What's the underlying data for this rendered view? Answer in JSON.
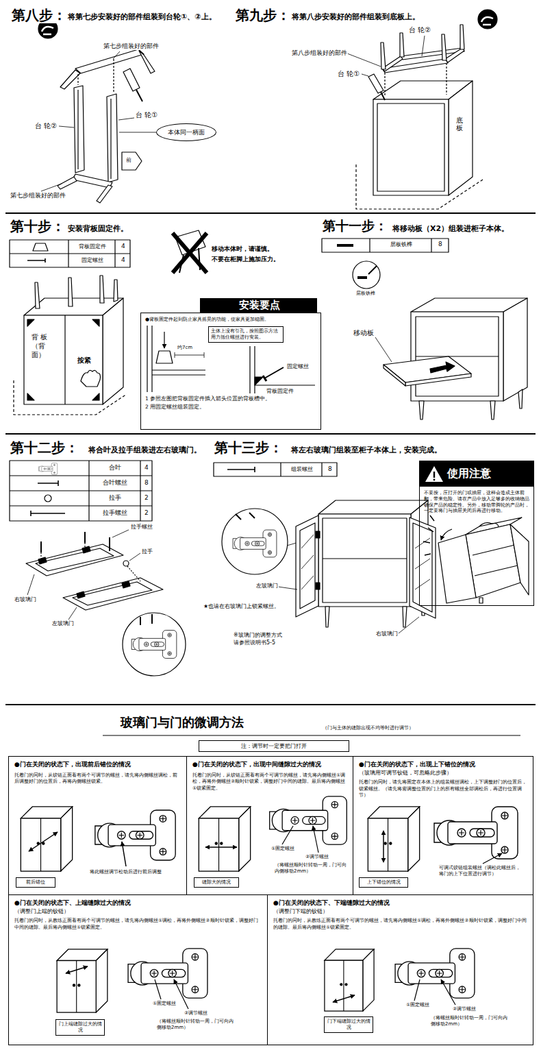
{
  "diagram": {
    "nodes": [
      {
        "text": [
          "本体同一柄面"
        ]
      },
      {
        "text": [
          "安装要点",
          "●背板固定件起到防止家具摇晃的功能，使家具更加稳固。",
          "1 参照左图把背板固定件插入箭头位置的背板槽中。",
          "2 用固定螺丝组装固定。"
        ]
      },
      {
        "text": [
          "主体上没有引孔，按照图示方法用力抵住螺丝进行安装。"
        ],
        "in": 1
      },
      {
        "text": [
          "使用注意",
          "不要按，压打开的门或抽屉，这样会造成主体前翻，带来危险。请在产品中放入足够多的收纳物品确保产品的稳定性。另外，移动带脚轮的产品时，一定要将门与抽屉关闭后再进行移动。"
        ]
      },
      {
        "text": [
          "注：调节时一定要把门打开"
        ]
      },
      {
        "text": [
          "●门在关闭的状态下，出现前后错位的情况",
          "托着门的同时，从铰链正面看有两个可调节的螺丝，请先将内侧螺丝调松，前后调整好门的位置后，再将内侧螺丝锁紧。"
        ]
      },
      {
        "text": [
          "前后错位"
        ],
        "in": 5
      },
      {
        "text": [
          "●门在关闭的状态下，出现中间缝隙过大的情况",
          "托着门的同时，从铰链正面看有两个可调节的螺丝，请先将内侧螺丝①调松，再将外侧螺丝②顺时针锁紧，调整好门中间的缝隙。最后将内侧螺丝①锁紧固定。"
        ]
      },
      {
        "text": [
          "缝隙大的情况"
        ],
        "in": 7
      },
      {
        "text": [
          "●门在关闭的状态下，出现上下错位的情况",
          "（玻璃用可调节铰链，可忽略此步骤）",
          "托着门的同时，请先将固定在本体上的组装螺丝调松，上下调整好门的位置后，锁紧螺丝。（请先将需调整位置的门上的所有螺丝全部调松后，再进行位置调节）"
        ]
      },
      {
        "text": [
          "上下错位的情况"
        ],
        "in": 9
      },
      {
        "text": [
          "●门在关闭的状态下、上端缝隙过大的情况",
          "（调整门上端的铰链）",
          "托着门的同时，从教练正面看有两个可调节的螺丝，请先将内侧螺丝①调松，再将外侧螺丝②顺时针锁紧，调整好门中间的缝隙。最后将内侧螺丝①锁紧固定。"
        ]
      },
      {
        "text": [
          "门上端缝隙过大的情况"
        ],
        "in": 11
      },
      {
        "text": [
          "●门在关闭的状态下、下端缝隙过大的情况",
          "（调整门下端的铰链）",
          "托着门的同时，从教练正面看有两个可调节的螺丝，请先将内侧螺丝①调松，再将外侧螺丝②顺时针锁紧，调整好门中间的缝隙。最后将内侧螺丝①锁紧固定。"
        ]
      },
      {
        "text": [
          "门下端缝隙过大的情况"
        ],
        "in": 13
      }
    ],
    "labels": [
      "第八步：",
      "将第七步安装好的部件组装到台轮①、②上。",
      "第九步：",
      "将第八步安装好的部件组装到底板上。",
      "第七步组装好的部件",
      "台 轮①",
      "台 轮②",
      "前",
      "第七步组装好的部件",
      "台 轮②",
      "第八步组装好的部件",
      "台 轮①",
      "底板",
      "第十步：",
      "安装背板固定件。",
      "背板固定件",
      "4",
      "固定螺丝",
      "4",
      "移动本体时，请谨慎。",
      "不要在柜脚上施加压力。",
      "背 板（背面）",
      "按紧",
      "约7cm",
      "固定螺丝",
      "背板固定件",
      "第十一步：",
      "将移动板（X2）组装进柜子本体。",
      "层板铁榫",
      "8",
      "层板铁榫",
      "移动板",
      "第十二步：",
      "将合叶及拉手组装进左右玻璃门。",
      "合叶",
      "4",
      "合叶螺丝",
      "8",
      "拉手",
      "2",
      "拉手螺丝",
      "2",
      "拉手螺丝",
      "拉手",
      "右玻璃门",
      "左玻璃门",
      "第十三步：",
      "将左右玻璃门组装至柜子本体上，安装完成。",
      "组装螺丝",
      "8",
      "左玻璃门",
      "★也请在右玻璃门上锁紧螺丝。",
      "※玻璃门的调整方式 请参照说明书5-5",
      "右玻璃门",
      "玻璃门与门的微调方法",
      "（门与主体的缝隙出现不均等时进行调节）",
      "将此螺丝调节松动后进行前后调整",
      "①固定螺丝",
      "②调节螺丝",
      "（将螺丝顺时针转动一周，门可向内侧移动2mm）",
      "可调式铰链组装螺丝（调松此螺丝后，将门的上下位置进行调节）",
      "①固定螺丝",
      "②调节螺丝",
      "（将螺丝顺时针转动一周，门可向内侧移动2mm）",
      "①固定螺丝",
      "②调节螺丝",
      "（将螺丝顺时针转动一周，门可向内侧移动2mm）"
    ]
  }
}
